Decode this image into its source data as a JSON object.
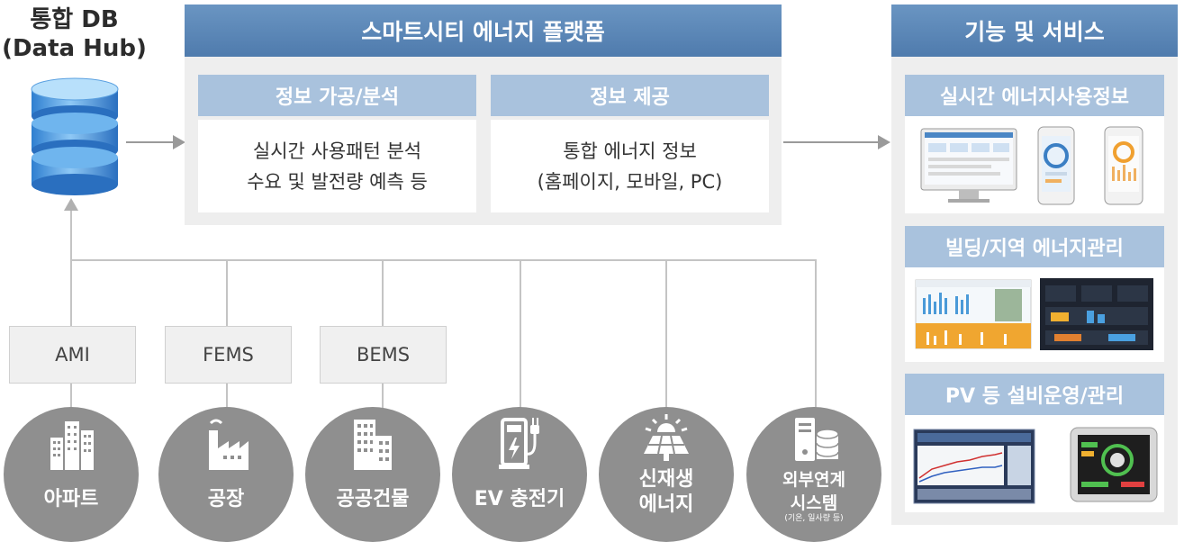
{
  "db": {
    "title_line1": "통합 DB",
    "title_line2": "(Data Hub)"
  },
  "platform": {
    "title": "스마트시티 에너지 플랫폼",
    "processing": {
      "title": "정보 가공/분석",
      "line1": "실시간 사용패턴 분석",
      "line2": "수요 및 발전량 예측 등"
    },
    "provision": {
      "title": "정보 제공",
      "line1": "통합 에너지 정보",
      "line2": "(홈페이지, 모바일, PC)"
    }
  },
  "services": {
    "title": "기능 및 서비스",
    "items": [
      {
        "title": "실시간 에너지사용정보"
      },
      {
        "title": "빌딩/지역 에너지관리"
      },
      {
        "title": "PV 등 설비운영/관리"
      }
    ]
  },
  "systems": [
    "AMI",
    "FEMS",
    "BEMS"
  ],
  "sources": [
    {
      "label": "아파트",
      "icon": "apartment-icon"
    },
    {
      "label": "공장",
      "icon": "factory-icon"
    },
    {
      "label": "공공건물",
      "icon": "public-building-icon"
    },
    {
      "label": "EV 충전기",
      "icon": "ev-charger-icon"
    },
    {
      "label_line1": "신재생",
      "label_line2": "에너지",
      "icon": "solar-panel-icon"
    },
    {
      "label_line1": "외부연계",
      "label_line2": "시스템",
      "note": "(기온, 일사량 등)",
      "icon": "server-database-icon"
    }
  ],
  "colors": {
    "banner": "#5b88b8",
    "subheader": "#a9c2dd",
    "panel": "#eeeeee",
    "circle": "#8f8f8f",
    "connector": "#c4c4c4"
  }
}
